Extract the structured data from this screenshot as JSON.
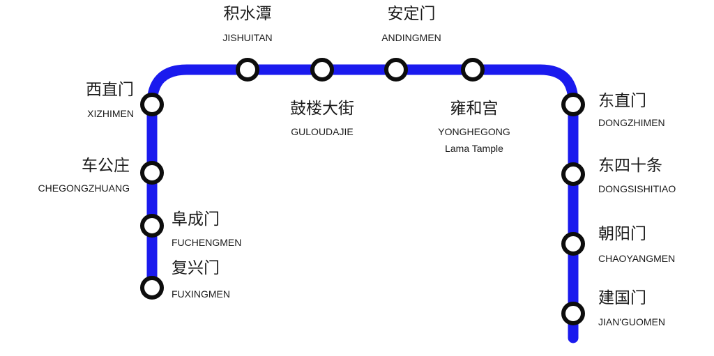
{
  "line": {
    "color": "#1a1aee",
    "ring_color": "#0d0d0d"
  },
  "stations": [
    {
      "id": "xizhimen",
      "cn": "西直门",
      "en": "XIZHIMEN"
    },
    {
      "id": "jishuitan",
      "cn": "积水潭",
      "en": "JISHUITAN"
    },
    {
      "id": "guloudajie",
      "cn": "鼓楼大街",
      "en": "GULOUDAJIE"
    },
    {
      "id": "andingmen",
      "cn": "安定门",
      "en": "ANDINGMEN"
    },
    {
      "id": "yonghegong",
      "cn": "雍和宫",
      "en": "YONGHEGONG",
      "en2": "Lama Tample"
    },
    {
      "id": "dongzhimen",
      "cn": "东直门",
      "en": "DONGZHIMEN"
    },
    {
      "id": "dongsishitiao",
      "cn": "东四十条",
      "en": "DONGSISHITIAO"
    },
    {
      "id": "chaoyangmen",
      "cn": "朝阳门",
      "en": "CHAOYANGMEN"
    },
    {
      "id": "jianguomen",
      "cn": "建国门",
      "en": "JIAN'GUOMEN"
    },
    {
      "id": "chegongzhuang",
      "cn": "车公庄",
      "en": "CHEGONGZHUANG"
    },
    {
      "id": "fuchengmen",
      "cn": "阜成门",
      "en": "FUCHENGMEN"
    },
    {
      "id": "fuxingmen",
      "cn": "复兴门",
      "en": "FUXINGMEN"
    }
  ]
}
